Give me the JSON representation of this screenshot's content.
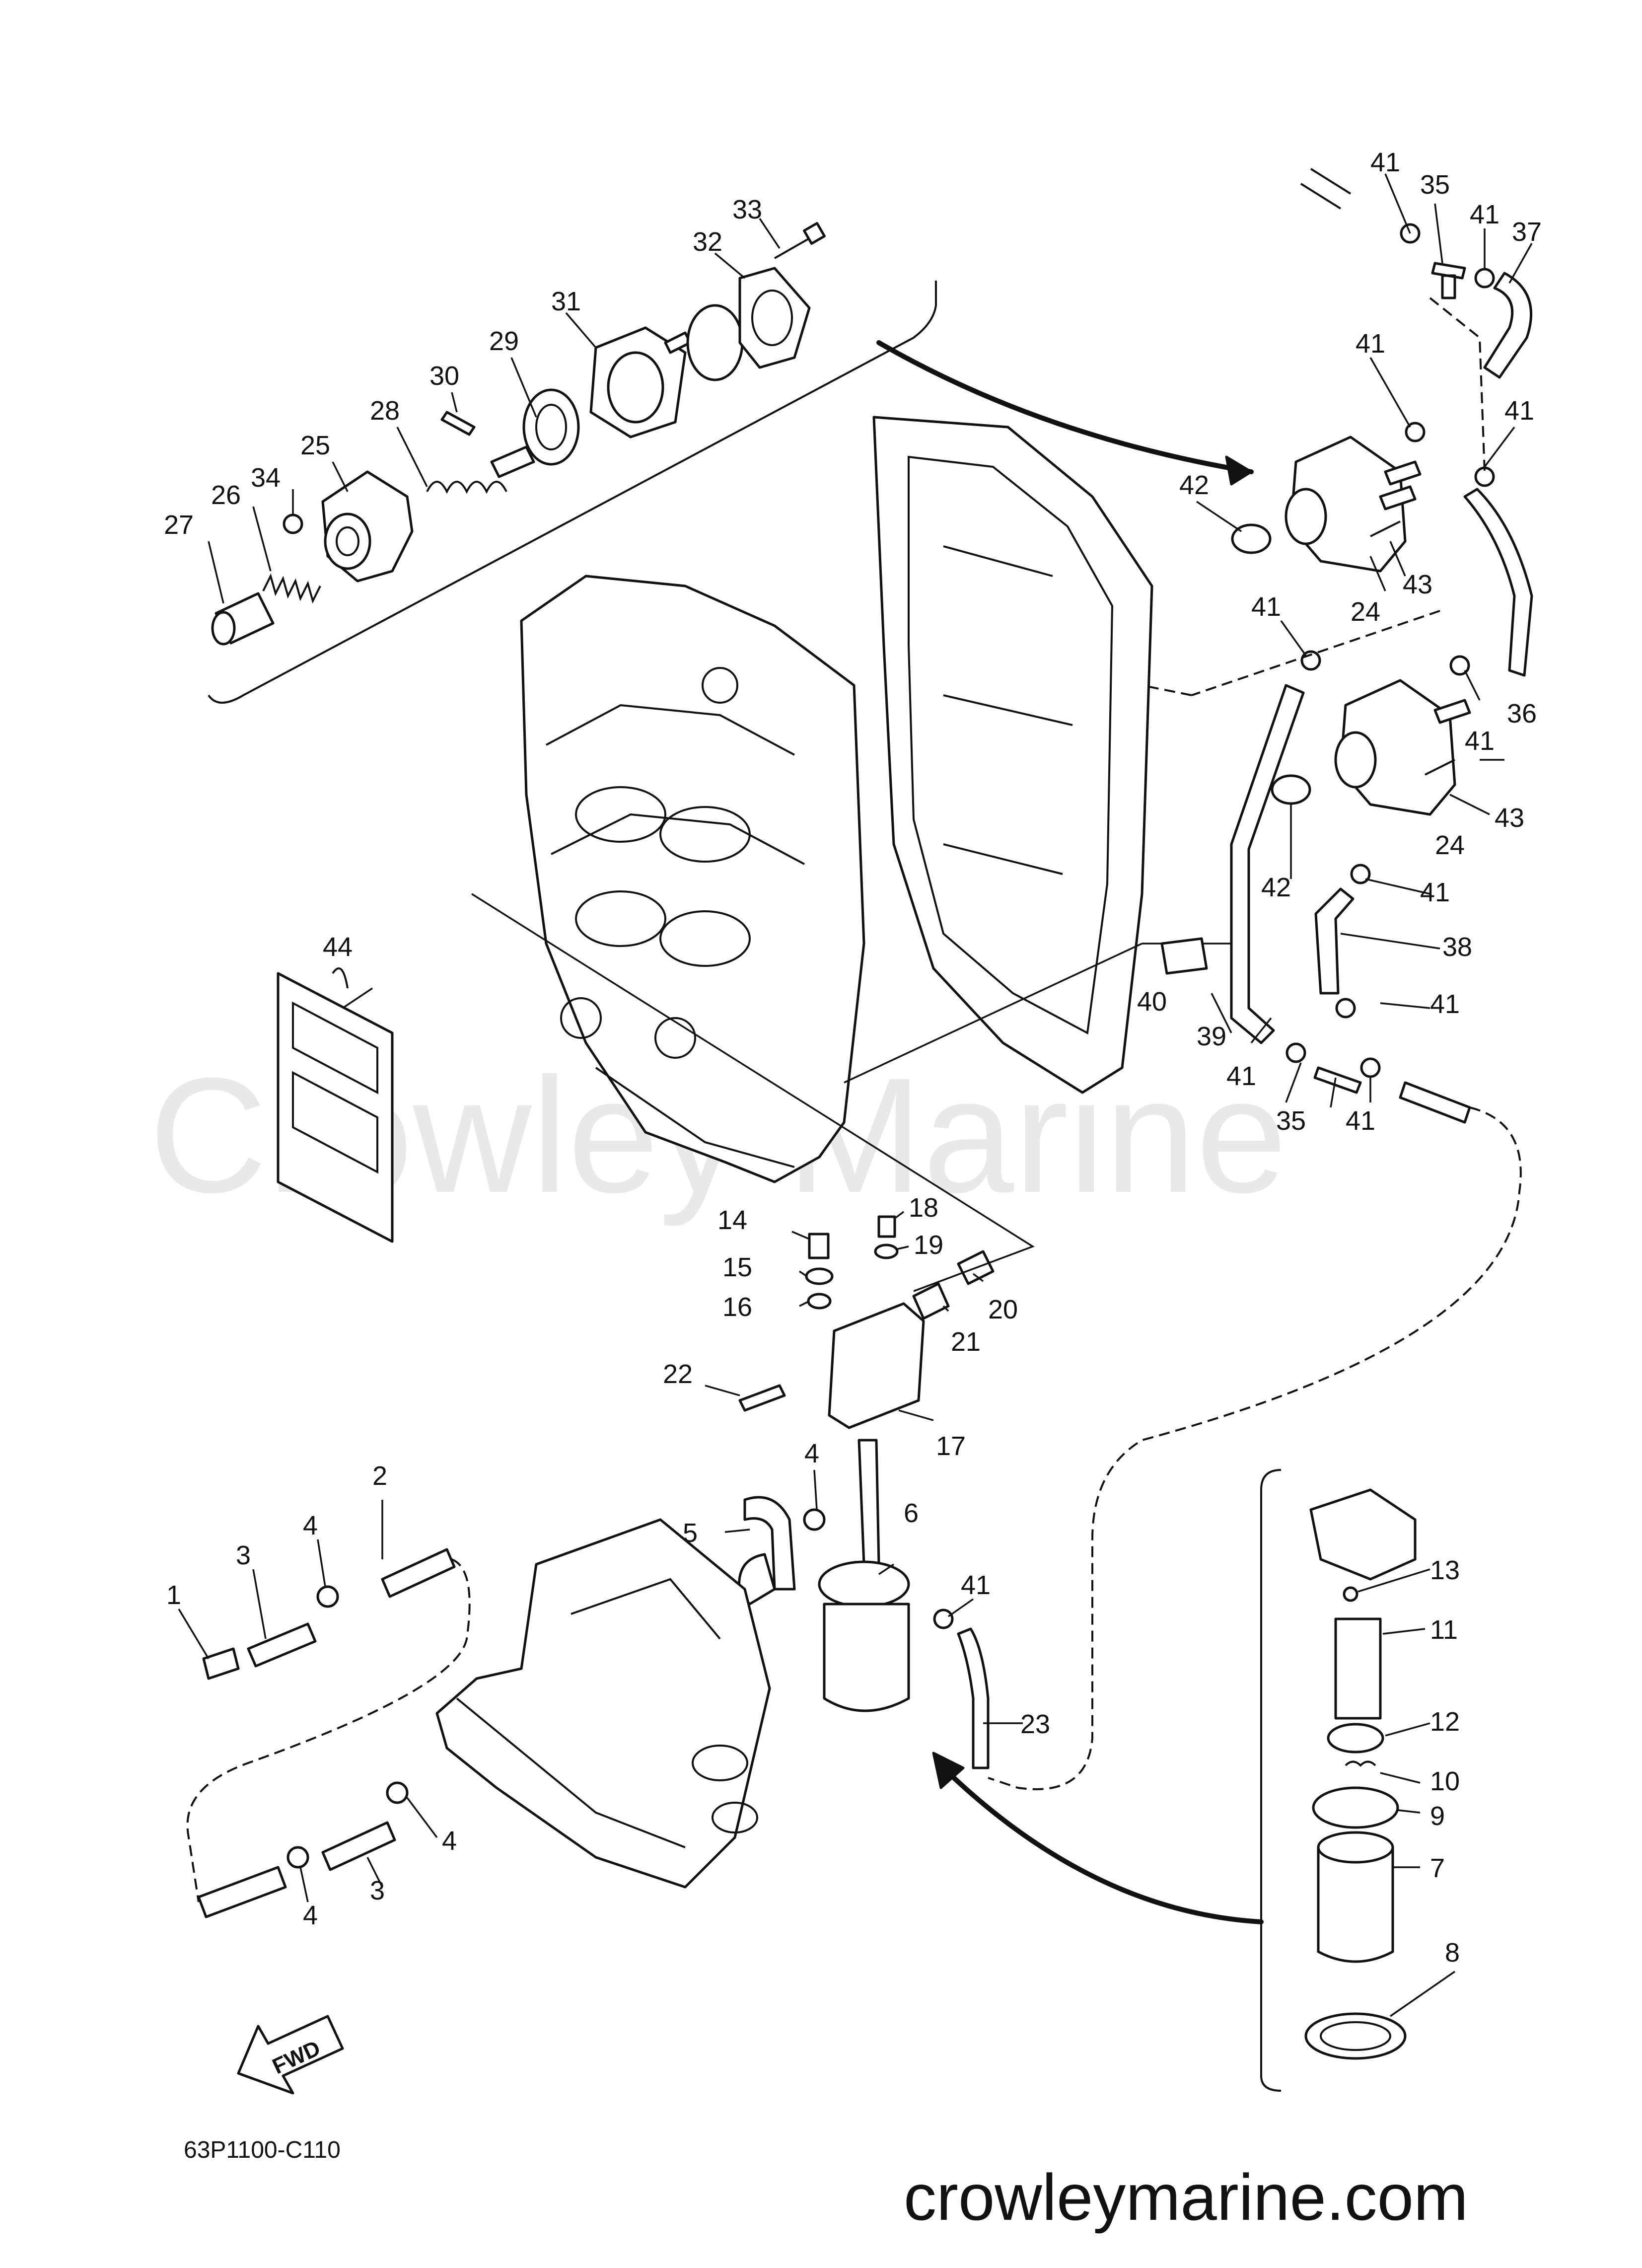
{
  "watermark": "Crowley Marine",
  "website": "crowleymarine.com",
  "drawing_code": "63P1100-C110",
  "fwd_label": "FWD",
  "callouts": {
    "p1": "1",
    "p2": "2",
    "p3a": "3",
    "p3b": "3",
    "p4a": "4",
    "p4b": "4",
    "p4c": "4",
    "p4d": "4",
    "p5": "5",
    "p6": "6",
    "p7": "7",
    "p8": "8",
    "p9": "9",
    "p10": "10",
    "p11": "11",
    "p12": "12",
    "p13": "13",
    "p14": "14",
    "p15": "15",
    "p16": "16",
    "p17": "17",
    "p18": "18",
    "p19": "19",
    "p20": "20",
    "p21": "21",
    "p22": "22",
    "p23": "23",
    "p24a": "24",
    "p24b": "24",
    "p25": "25",
    "p26": "26",
    "p27": "27",
    "p28": "28",
    "p29": "29",
    "p30": "30",
    "p31": "31",
    "p32": "32",
    "p33": "33",
    "p34": "34",
    "p35a": "35",
    "p35b": "35",
    "p36": "36",
    "p37": "37",
    "p38": "38",
    "p39": "39",
    "p40": "40",
    "p41a": "41",
    "p41b": "41",
    "p41c": "41",
    "p41d": "41",
    "p41e": "41",
    "p41f": "41",
    "p41g": "41",
    "p41h": "41",
    "p41i": "41",
    "p41j": "41",
    "p41k": "41",
    "p42a": "42",
    "p42b": "42",
    "p43a": "43",
    "p43b": "43",
    "p44": "44"
  }
}
